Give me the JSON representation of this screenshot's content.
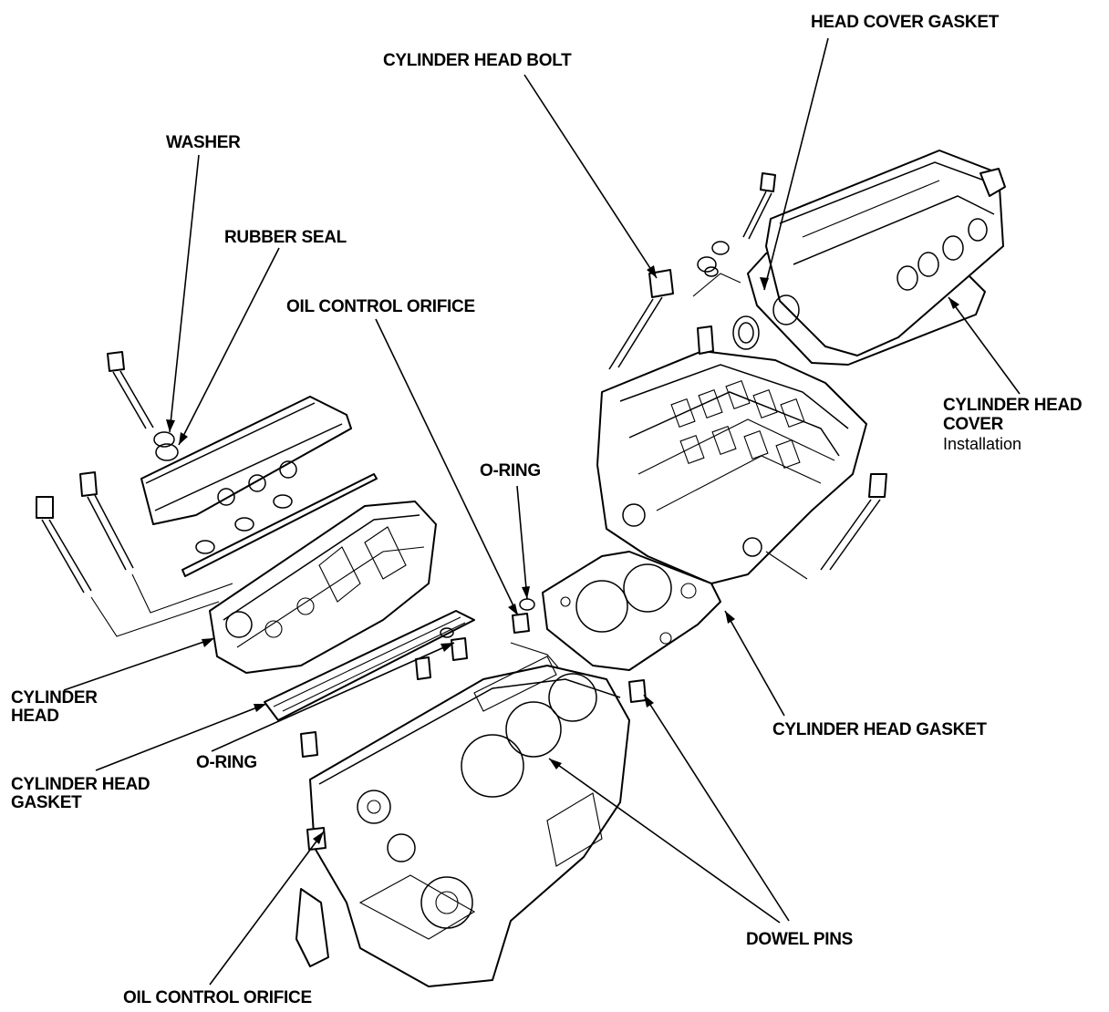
{
  "labels": {
    "head_cover_gasket": "HEAD COVER GASKET",
    "cylinder_head_bolt": "CYLINDER HEAD BOLT",
    "washer": "WASHER",
    "rubber_seal": "RUBBER SEAL",
    "oil_control_orifice_top": "OIL CONTROL ORIFICE",
    "cylinder_head_cover_1": "CYLINDER HEAD",
    "cylinder_head_cover_2": "COVER",
    "cylinder_head_cover_note": "Installation",
    "o_ring_top": "O-RING",
    "cylinder_head_left_1": "CYLINDER",
    "cylinder_head_left_2": "HEAD",
    "cylinder_head_gasket_right": "CYLINDER HEAD GASKET",
    "o_ring_bottom": "O-RING",
    "cylinder_head_gasket_left_1": "CYLINDER HEAD",
    "cylinder_head_gasket_left_2": "GASKET",
    "dowel_pins": "DOWEL PINS",
    "oil_control_orifice_bottom": "OIL CONTROL ORIFICE"
  }
}
